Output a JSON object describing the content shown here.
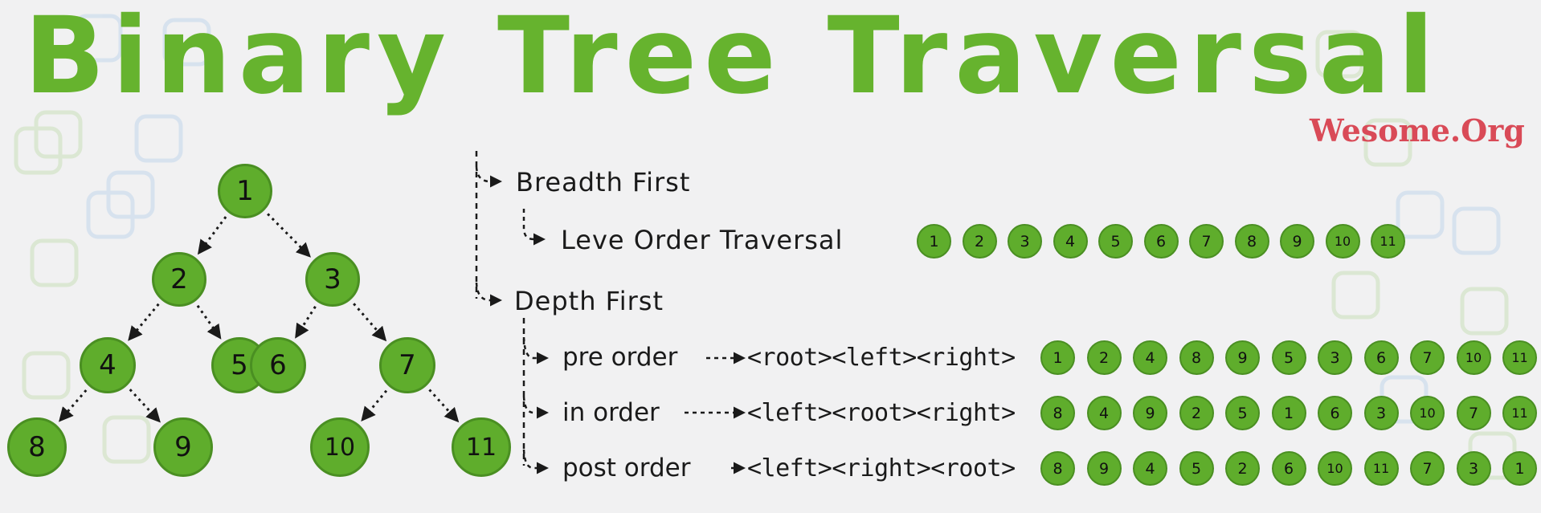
{
  "title": "Binary Tree Traversal",
  "brand": "Wesome.Org",
  "colors": {
    "green": "#5fad2c",
    "title_green": "#66b32e",
    "brand_red": "#d94a57",
    "ink": "#1a1a1a"
  },
  "tree": {
    "nodes": [
      "1",
      "2",
      "3",
      "4",
      "5",
      "6",
      "7",
      "8",
      "9",
      "10",
      "11"
    ],
    "edges": [
      [
        "1",
        "2"
      ],
      [
        "1",
        "3"
      ],
      [
        "2",
        "4"
      ],
      [
        "2",
        "5"
      ],
      [
        "3",
        "6"
      ],
      [
        "3",
        "7"
      ],
      [
        "4",
        "8"
      ],
      [
        "4",
        "9"
      ],
      [
        "7",
        "10"
      ],
      [
        "7",
        "11"
      ]
    ]
  },
  "breadth_first": {
    "label": "Breadth First",
    "level_order": {
      "label": "Leve Order Traversal",
      "sequence": [
        "1",
        "2",
        "3",
        "4",
        "5",
        "6",
        "7",
        "8",
        "9",
        "10",
        "11"
      ]
    }
  },
  "depth_first": {
    "label": "Depth First",
    "rows": [
      {
        "label": "pre order",
        "pattern": "<root><left><right>",
        "sequence": [
          "1",
          "2",
          "4",
          "8",
          "9",
          "5",
          "3",
          "6",
          "7",
          "10",
          "11"
        ]
      },
      {
        "label": "in order",
        "pattern": "<left><root><right>",
        "sequence": [
          "8",
          "4",
          "9",
          "2",
          "5",
          "1",
          "6",
          "3",
          "10",
          "7",
          "11"
        ]
      },
      {
        "label": "post order",
        "pattern": "<left><right><root>",
        "sequence": [
          "8",
          "9",
          "4",
          "5",
          "2",
          "6",
          "10",
          "11",
          "7",
          "3",
          "1"
        ]
      }
    ]
  }
}
